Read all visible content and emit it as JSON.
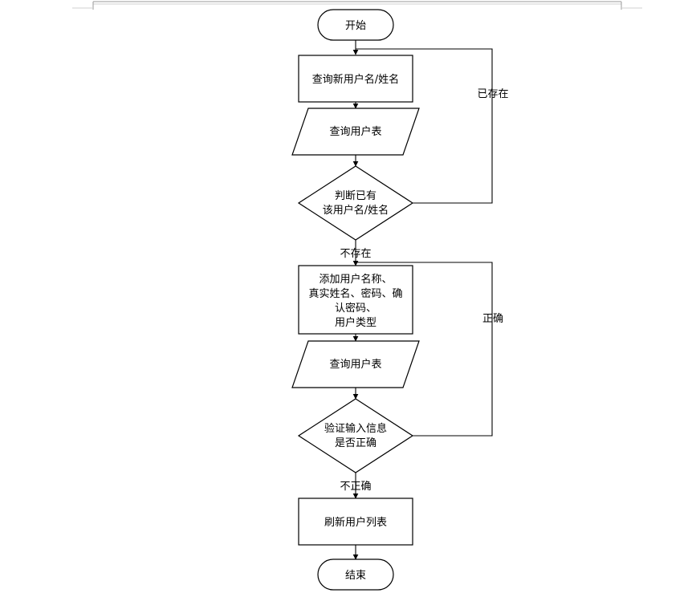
{
  "flowchart": {
    "start": "开始",
    "query_name": "查询新用户名/姓名",
    "query_table_1": "查询用户表",
    "decision_exists": [
      "判断已有",
      "该用户名/姓名"
    ],
    "label_exists": "已存在",
    "label_not_exists": "不存在",
    "add_user": [
      "添加用户名称、",
      "真实姓名、密码、确",
      "认密码、",
      "用户类型"
    ],
    "query_table_2": "查询用户表",
    "decision_validate": [
      "验证输入信息",
      "是否正确"
    ],
    "label_correct": "正确",
    "label_incorrect": "不正确",
    "refresh_list": "刷新用户列表",
    "end": "结束"
  }
}
